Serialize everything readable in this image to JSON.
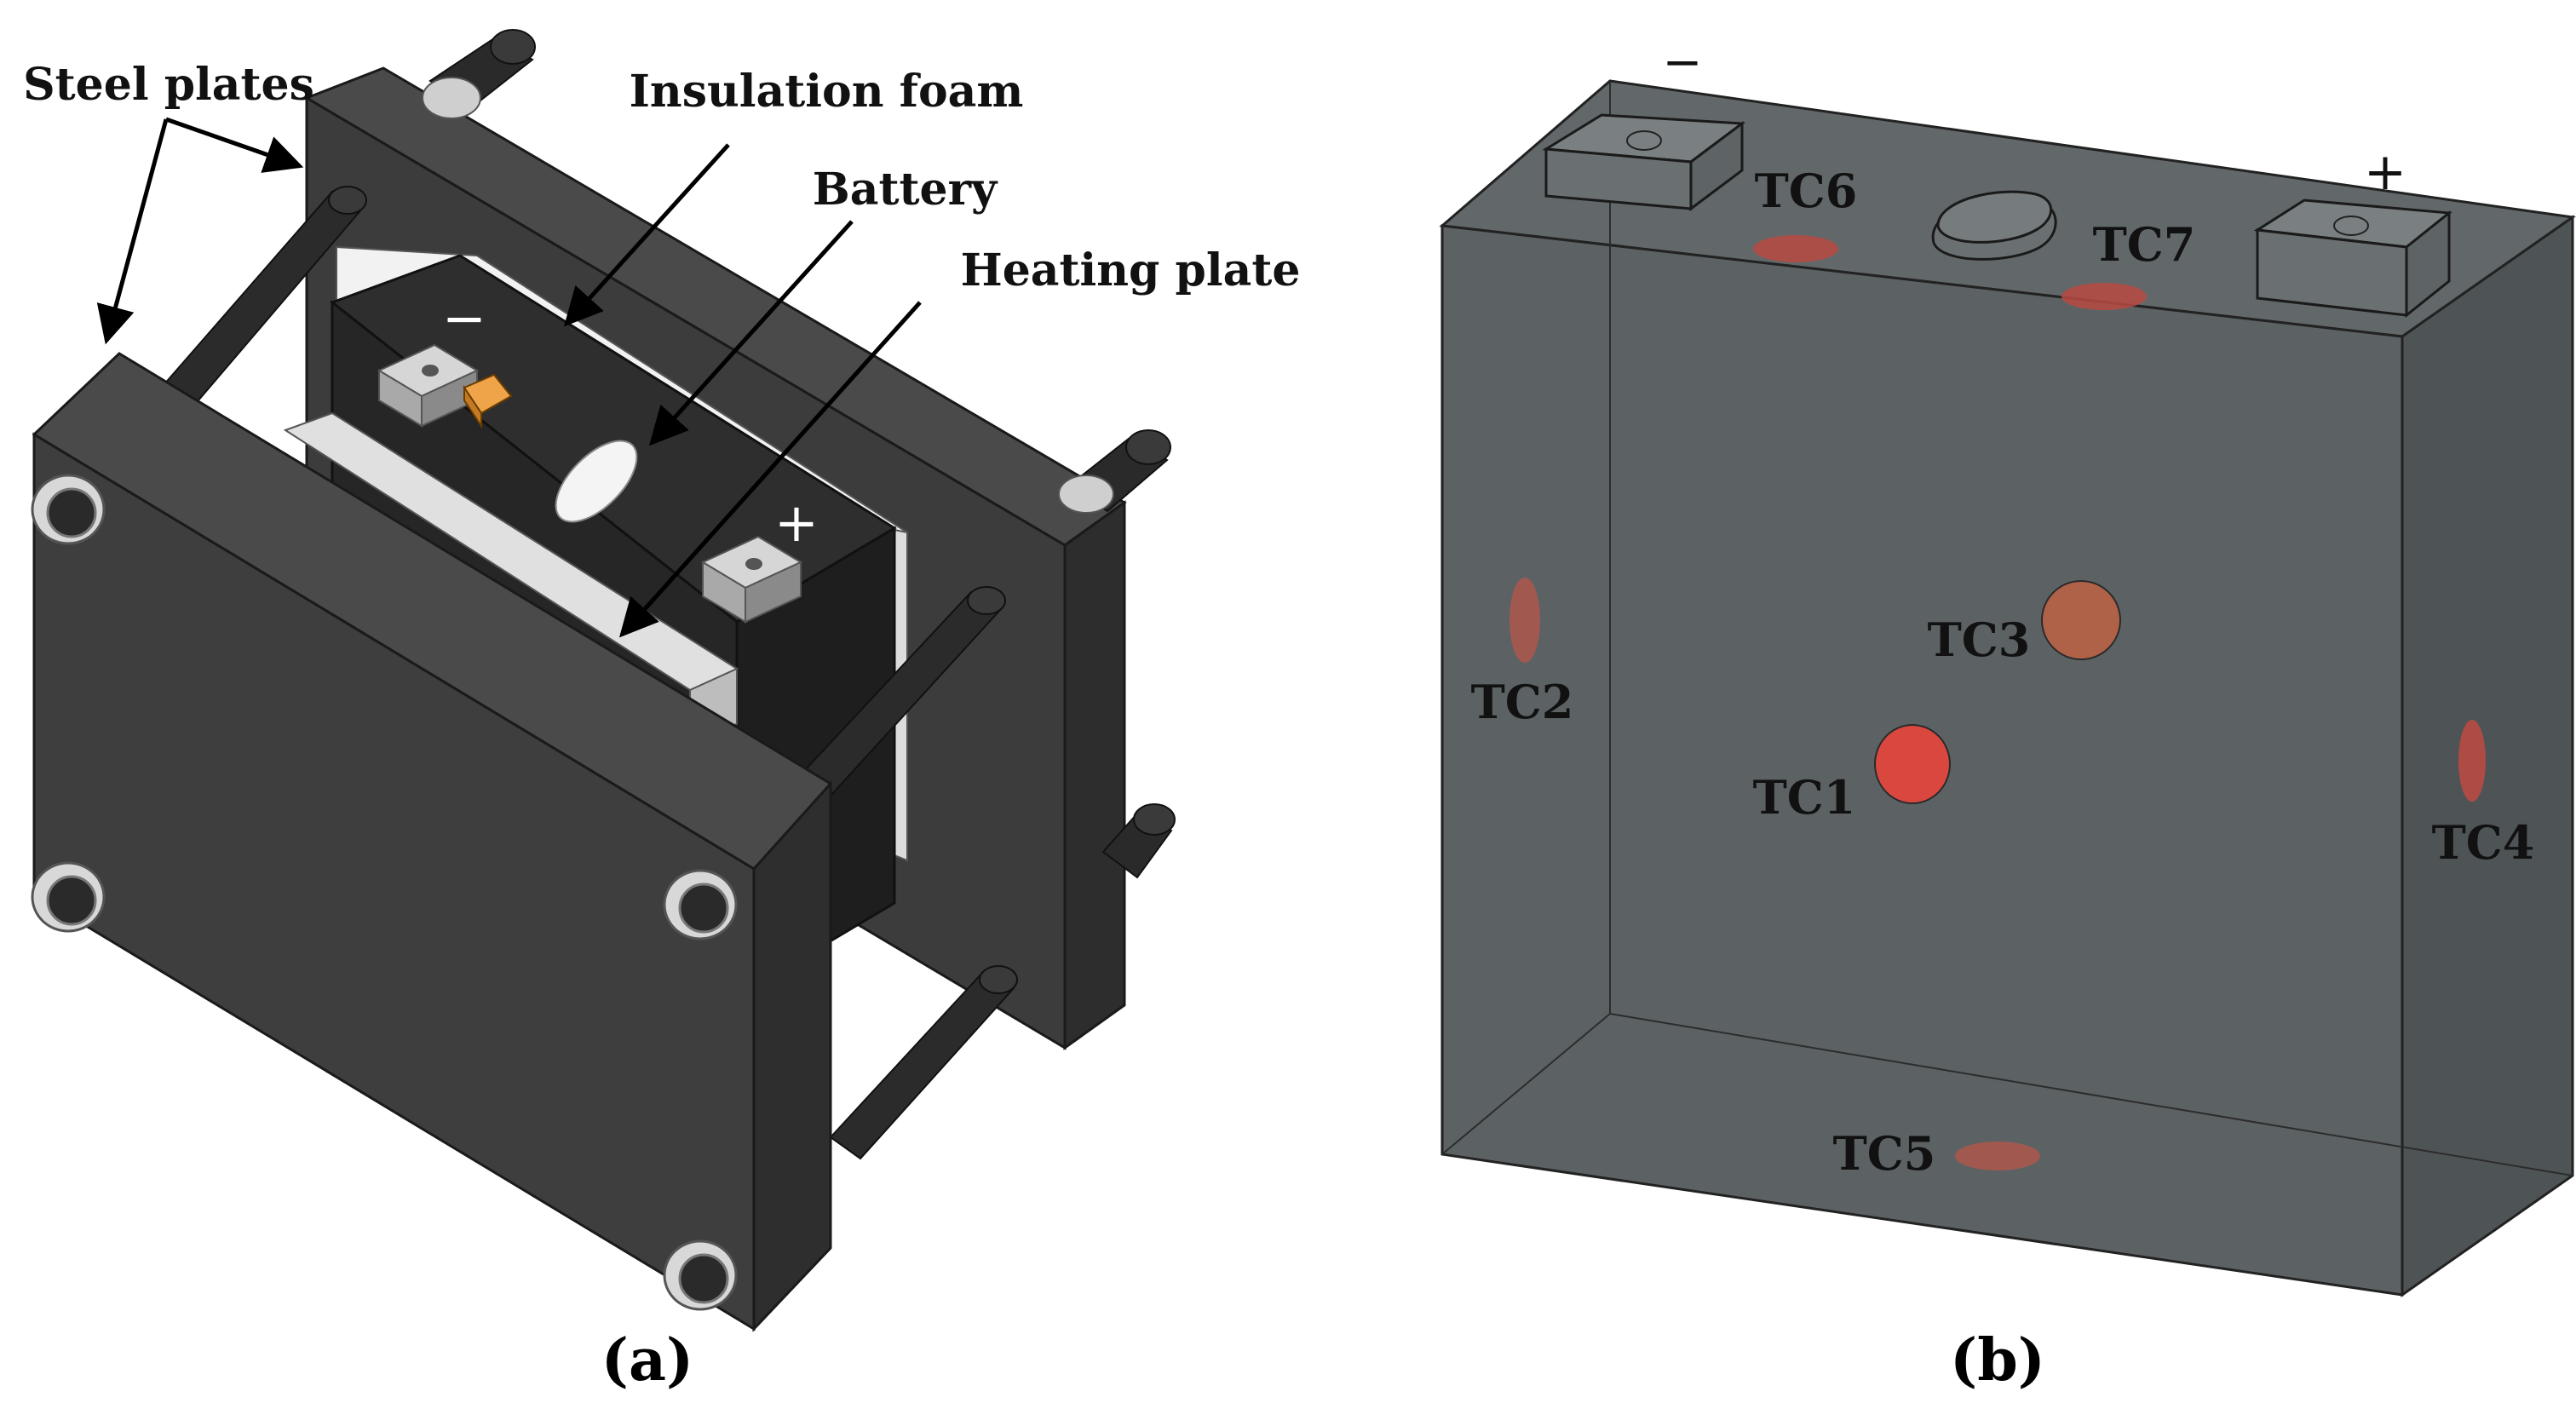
{
  "panel_a": {
    "caption": "(a)",
    "labels": {
      "steel_plates": "Steel plates",
      "insulation_foam": "Insulation foam",
      "battery": "Battery",
      "heating_plate": "Heating plate"
    },
    "terminal_signs": {
      "negative": "−",
      "positive": "+"
    }
  },
  "panel_b": {
    "caption": "(b)",
    "terminal_signs": {
      "negative": "−",
      "positive": "+"
    },
    "thermocouples": {
      "tc1": "TC1",
      "tc2": "TC2",
      "tc3": "TC3",
      "tc4": "TC4",
      "tc5": "TC5",
      "tc6": "TC6",
      "tc7": "TC7"
    }
  },
  "colors": {
    "steel_front": "#3e3e3e",
    "steel_side": "#2f2f2f",
    "battery_body": "#262626",
    "cell_transparent": "#505556",
    "tc_marker": "#b84a42",
    "tc1_marker": "#d9473f"
  }
}
